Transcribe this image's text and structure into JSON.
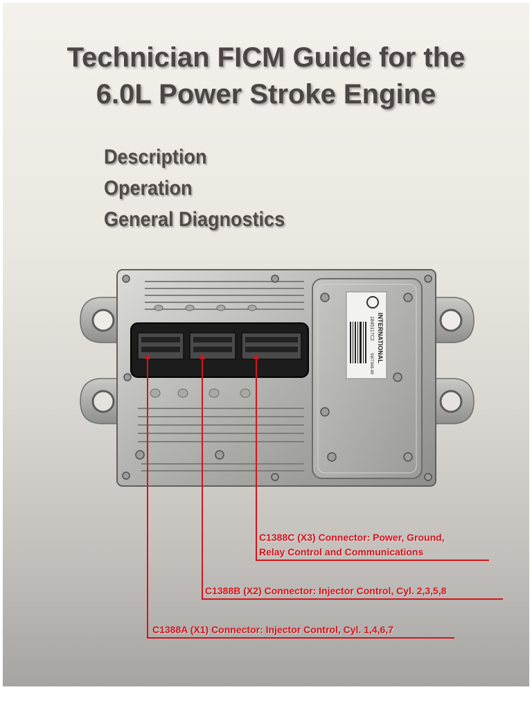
{
  "title": {
    "line1": "Technician FICM Guide for the",
    "line2": "6.0L Power Stroke Engine"
  },
  "topics": [
    "Description",
    "Operation",
    "General Diagnostics"
  ],
  "label": {
    "part_number": "1845117C2",
    "brand": "INTERNATIONAL",
    "serial": "5W7348-89"
  },
  "callouts": {
    "x3_line1": "C1388C (X3) Connector: Power, Ground,",
    "x3_line2": "Relay Control and Communications",
    "x2": "C1388B (X2) Connector: Injector Control, Cyl. 2,3,5,8",
    "x1": "C1388A (X1) Connector: Injector Control, Cyl. 1,4,6,7"
  },
  "colors": {
    "callout": "#d2141c",
    "title": "#4b4644"
  }
}
